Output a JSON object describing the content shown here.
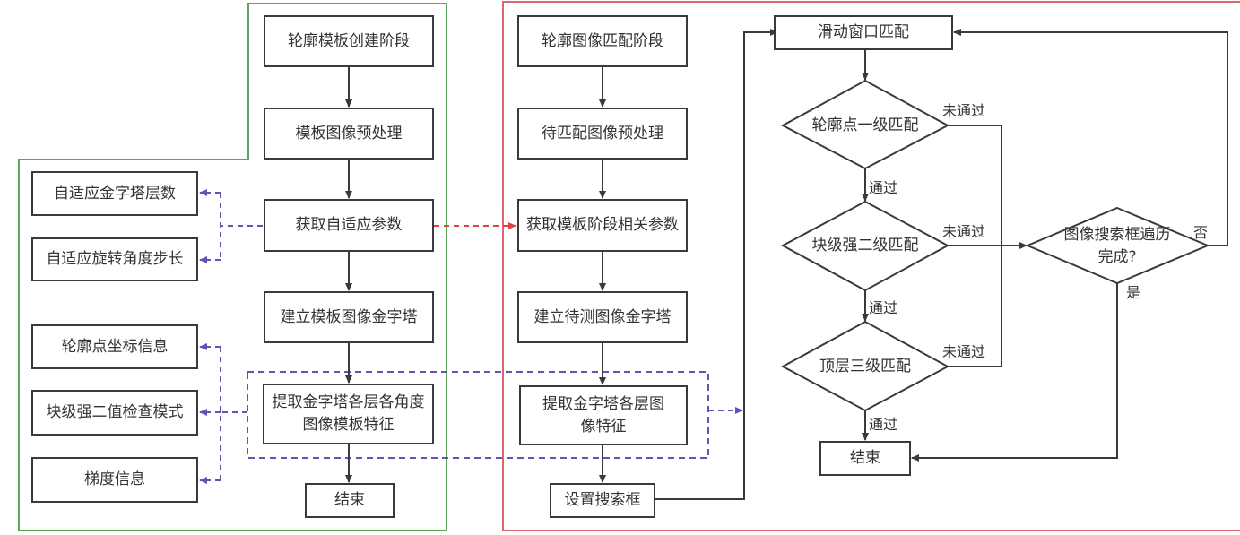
{
  "diagram": {
    "template_stage": {
      "steps": [
        "轮廓模板创建阶段",
        "模板图像预处理",
        "获取自适应参数",
        "建立模板图像金字塔",
        "提取金字塔各层各角度图像模板特征",
        "结束"
      ],
      "adaptive_outputs": [
        "自适应金字塔层数",
        "自适应旋转角度步长"
      ],
      "feature_outputs": [
        "轮廓点坐标信息",
        "块级强二值检查模式",
        "梯度信息"
      ],
      "frame_color": "#5aa55a"
    },
    "matching_stage": {
      "steps": [
        "轮廓图像匹配阶段",
        "待匹配图像预处理",
        "获取模板阶段相关参数",
        "建立待测图像金字塔",
        "提取金字塔各层图像特征",
        "设置搜索框"
      ],
      "frame_color": "#d9666b"
    },
    "matching_loop": {
      "start": "滑动窗口匹配",
      "decisions": [
        "轮廓点一级匹配",
        "块级强二级匹配",
        "顶层三级匹配"
      ],
      "traverse_decision": "图像搜索框遍历完成?",
      "end": "结束",
      "labels": {
        "pass": "通过",
        "fail": "未通过",
        "yes": "是",
        "no": "否"
      }
    },
    "colors": {
      "line": "#3a3a3a",
      "purple_dashed": "#6a4fb0",
      "red_dashed": "#e0404a"
    }
  }
}
